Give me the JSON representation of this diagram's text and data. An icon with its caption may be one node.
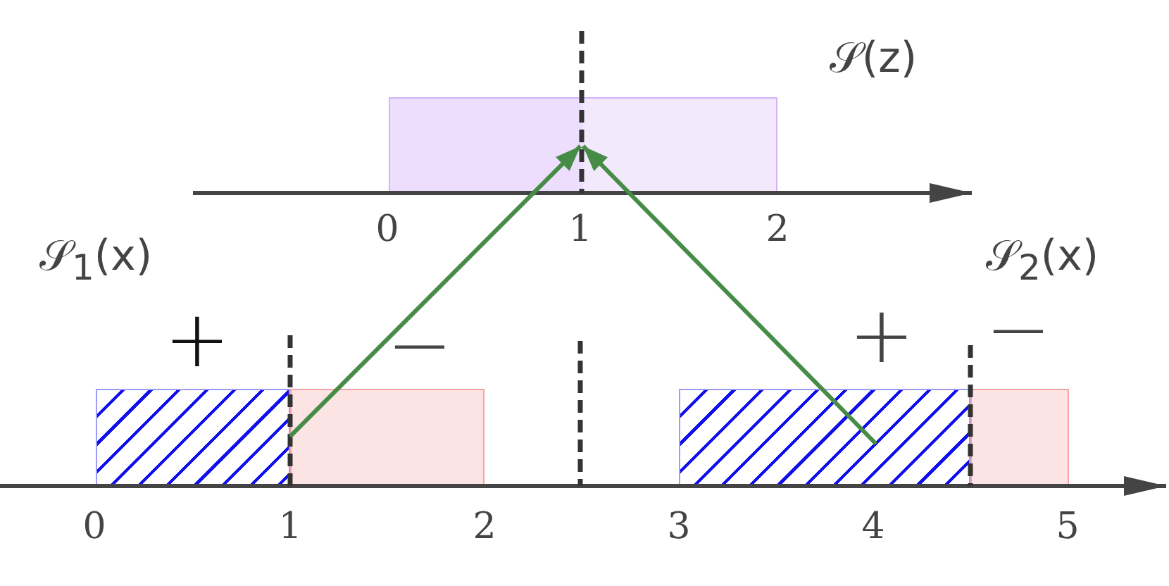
{
  "diagram": {
    "nodes": [
      {
        "text": [],
        "shape": "box"
      },
      {
        "text": [],
        "shape": "box"
      },
      {
        "text": [],
        "shape": "box"
      },
      {
        "text": [],
        "shape": "box"
      },
      {
        "text": [],
        "shape": "box"
      }
    ],
    "edges": [
      {
        "from": 2,
        "to": 0,
        "arrow": "to"
      },
      {
        "from": 3,
        "to": 0,
        "arrow": "to"
      }
    ],
    "labels": [
      "𝒮(z)",
      "0",
      "1",
      "2",
      "𝒮$_{1}$(x)",
      "𝒮$_{2}$(x)",
      "+",
      "−",
      "+",
      "−",
      "0",
      "1",
      "2",
      "3",
      "4",
      "5"
    ]
  }
}
